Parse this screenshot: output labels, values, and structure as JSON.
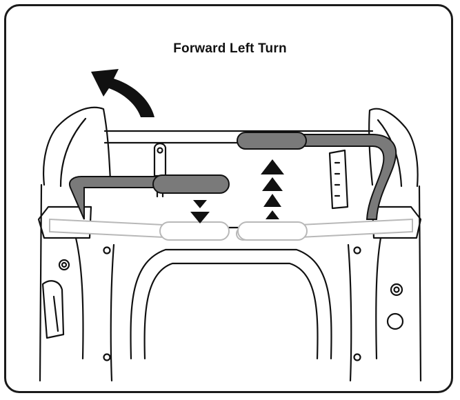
{
  "title": "Forward Left Turn",
  "colors": {
    "outline": "#111111",
    "lever_active": "#7a7a7a",
    "lever_ghost": "#b8b8b8",
    "arrow": "#111111"
  },
  "illustration": {
    "left_lever": {
      "state": "pulled-back",
      "arrows": 2,
      "direction": "down"
    },
    "right_lever": {
      "state": "pushed-forward",
      "arrows": 4,
      "direction": "up"
    },
    "turn_arrow": {
      "direction": "left"
    },
    "neutral_levers": "ghosted"
  }
}
